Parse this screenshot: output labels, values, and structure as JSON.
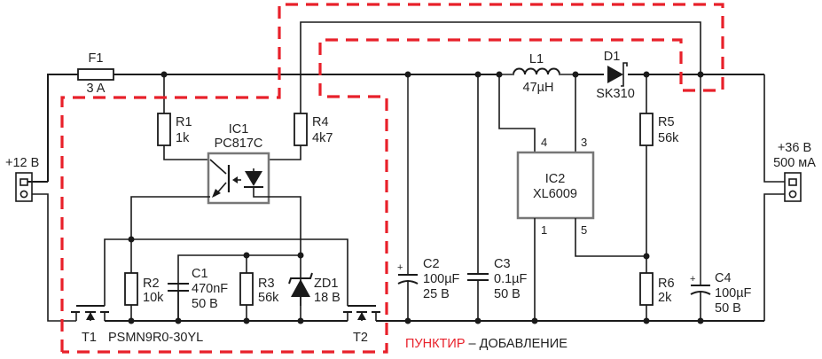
{
  "diagram": {
    "type": "circuit-schematic",
    "colors": {
      "wire": "#1a1a1a",
      "added_section": "#e8202a",
      "ic_outline": "#777777"
    },
    "input": {
      "label": "+12 В"
    },
    "output": {
      "voltage": "+36 В",
      "current": "500 мА"
    },
    "components": {
      "F1": {
        "ref": "F1",
        "value": "3 A"
      },
      "R1": {
        "ref": "R1",
        "value": "1k"
      },
      "R4": {
        "ref": "R4",
        "value": "4k7"
      },
      "IC1": {
        "ref": "IC1",
        "part": "PC817C"
      },
      "R2": {
        "ref": "R2",
        "value": "10k"
      },
      "C1": {
        "ref": "C1",
        "value": "470nF",
        "rating": "50 В"
      },
      "R3": {
        "ref": "R3",
        "value": "56k"
      },
      "ZD1": {
        "ref": "ZD1",
        "value": "18 В"
      },
      "T1": {
        "ref": "T1"
      },
      "T2": {
        "ref": "T2"
      },
      "transistor_part": "PSMN9R0-30YL",
      "C2": {
        "ref": "C2",
        "value": "100µF",
        "rating": "25 В",
        "polarity": "+"
      },
      "C3": {
        "ref": "C3",
        "value": "0.1µF",
        "rating": "50 В"
      },
      "L1": {
        "ref": "L1",
        "value": "47µH"
      },
      "D1": {
        "ref": "D1",
        "part": "SK310"
      },
      "IC2": {
        "ref": "IC2",
        "part": "XL6009",
        "pins": {
          "p4": "4",
          "p3": "3",
          "p1": "1",
          "p5": "5"
        }
      },
      "R5": {
        "ref": "R5",
        "value": "56k"
      },
      "R6": {
        "ref": "R6",
        "value": "2k"
      },
      "C4": {
        "ref": "C4",
        "value": "100µF",
        "rating": "50 В",
        "polarity": "+"
      }
    },
    "legend": {
      "dashed_label": "ПУНКТИР",
      "separator": " – ",
      "meaning": "ДОБАВЛЕНИЕ"
    }
  }
}
